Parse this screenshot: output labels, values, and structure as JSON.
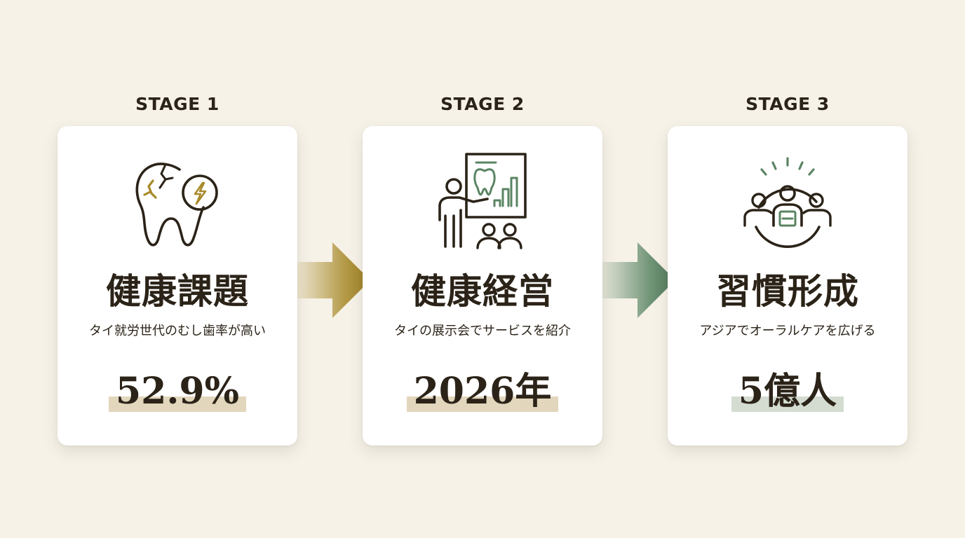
{
  "stages": [
    {
      "label": "STAGE 1",
      "title": "健康課題",
      "description": "タイ就労世代のむし歯率が高い",
      "stat": "52.9%",
      "icon": "cracked-tooth-lightning-icon",
      "highlight_color": "#e2d6bc"
    },
    {
      "label": "STAGE 2",
      "title": "健康経営",
      "description": "タイの展示会でサービスを紹介",
      "stat": "2026年",
      "icon": "presentation-audience-icon",
      "highlight_color": "#e2d6bc"
    },
    {
      "label": "STAGE 3",
      "title": "習慣形成",
      "description": "アジアでオーラルケアを広げる",
      "stat": "5億人",
      "icon": "community-group-icon",
      "highlight_color": "#d4dcd2"
    }
  ],
  "colors": {
    "background": "#f6f2e8",
    "text": "#2b2318",
    "gold_accent": "#a88a2a",
    "green_accent": "#5a8463"
  }
}
